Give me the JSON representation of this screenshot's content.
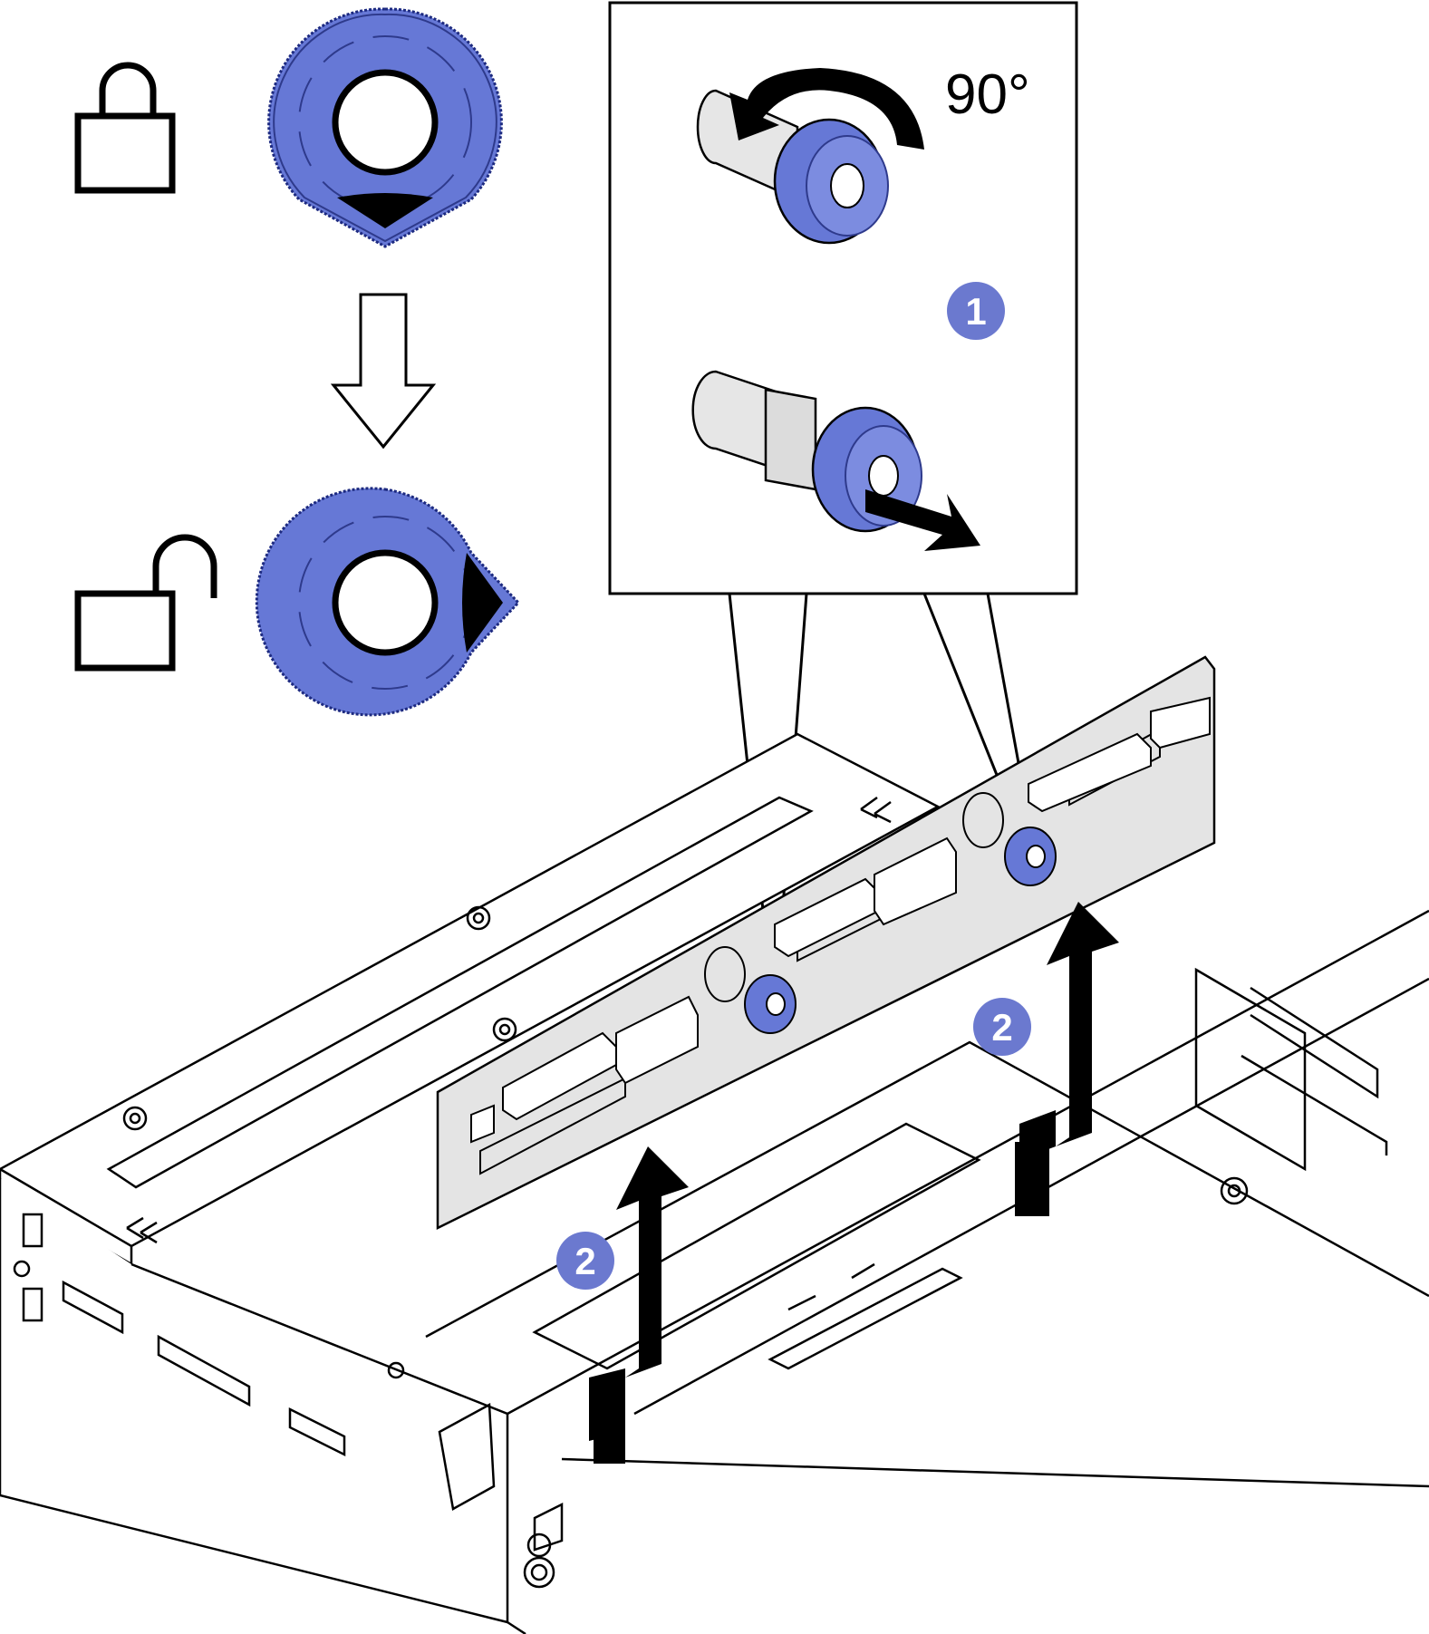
{
  "callout": {
    "rotation_label": "90°"
  },
  "steps": {
    "step1": "1",
    "step2": "2"
  },
  "colors": {
    "knob_blue": "#6678d6",
    "knob_blue_dark": "#2e3a8c",
    "board_gray": "#e4e4e4",
    "badge_blue": "#6b79cf",
    "line": "#000000"
  },
  "icons": {
    "locked": "lock-closed-icon",
    "unlocked": "lock-open-icon",
    "transition": "arrow-down-icon",
    "lift": "arrow-up-icon"
  }
}
